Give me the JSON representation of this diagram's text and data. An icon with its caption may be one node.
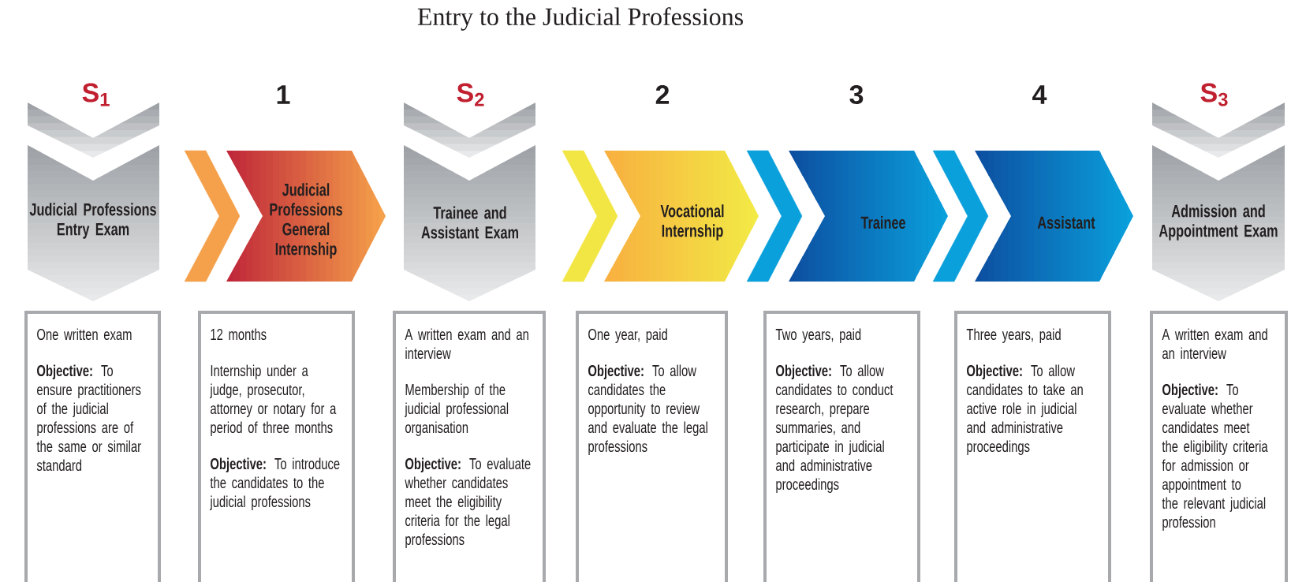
{
  "diagram": {
    "title": "Entry to the Judicial Professions",
    "nodes": [
      {
        "text": [
          "S$_{1}$",
          "Judicial Professions Entry Exam"
        ]
      },
      {
        "text": [
          "1",
          "Judicial Professions General Internship"
        ]
      },
      {
        "text": [
          "S$_{2}$",
          "Trainee and Assistant Exam"
        ]
      },
      {
        "text": [
          "2",
          "Vocational Internship"
        ]
      },
      {
        "text": [
          "3",
          "Trainee"
        ]
      },
      {
        "text": [
          "4",
          "Assistant"
        ]
      },
      {
        "text": [
          "S$_{3}$",
          "Admission and Appointment Exam"
        ]
      },
      {
        "text": [
          "One written exam",
          "**Objective:** To ensure practitioners of the judicial professions are of the same or similar standard"
        ]
      },
      {
        "text": [
          "12 months",
          "Internship under a judge, prosecutor, attorney or notary for a period of three months",
          "**Objective:** To introduce the candidates to the judicial professions"
        ]
      },
      {
        "text": [
          "A written exam and an interview",
          "Membership of the judicial professional organisation",
          "**Objective:** To evaluate whether candidates meet the eligibility criteria for the legal professions"
        ]
      },
      {
        "text": [
          "One year, paid",
          "**Objective:** To allow candidates the opportunity to review and evaluate the legal professions"
        ]
      },
      {
        "text": [
          "Two years, paid",
          "**Objective:** To allow candidates to conduct research, prepare summaries, and participate in judicial and administrative proceedings"
        ]
      },
      {
        "text": [
          "Three years, paid",
          "**Objective:** To allow candidates to take an active role in judicial and administrative proceedings"
        ]
      },
      {
        "text": [
          "A written exam and an interview",
          "**Objective:** To evaluate whether candidates meet the eligibility criteria for admission or appointment to the relevant judicial profession"
        ]
      }
    ],
    "edges": [
      {
        "from": 0,
        "to": 1,
        "arrow": "to",
        "color": "#f5a04a"
      },
      {
        "from": 2,
        "to": 3,
        "arrow": "to",
        "color": "#f2e645"
      },
      {
        "from": 3,
        "to": 4,
        "arrow": "to"
      },
      {
        "from": 4,
        "to": 5,
        "arrow": "to"
      }
    ]
  }
}
